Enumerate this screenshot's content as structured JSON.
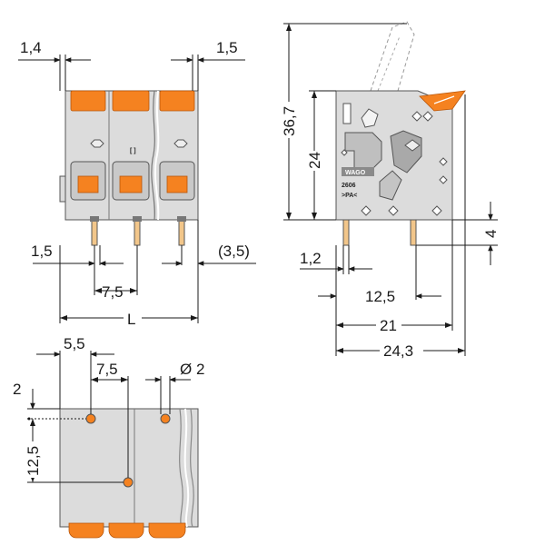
{
  "front_view": {
    "dim_left_top": "1,4",
    "dim_right_top": "1,5",
    "dim_left_bottom": "1,5",
    "dim_right_bottom": "(3,5)",
    "dim_pitch": "7,5",
    "dim_length": "L"
  },
  "side_view": {
    "dim_total_height": "36,7",
    "dim_body_height": "24",
    "dim_pin_length": "4",
    "dim_pin_width": "1,2",
    "dim_pin_spacing": "12,5",
    "dim_body_depth": "21",
    "dim_total_depth": "24,3",
    "label_brand": "WAGO",
    "label_series": "2606",
    "label_material": ">PA<"
  },
  "footprint_view": {
    "dim_offset_x": "5,5",
    "dim_pitch": "7,5",
    "dim_hole_diameter": "Ø 2",
    "dim_offset_y": "2",
    "dim_row_spacing": "12,5"
  },
  "colors": {
    "housing": "#dcdcdc",
    "lever": "#f58220",
    "outline": "#555555"
  }
}
